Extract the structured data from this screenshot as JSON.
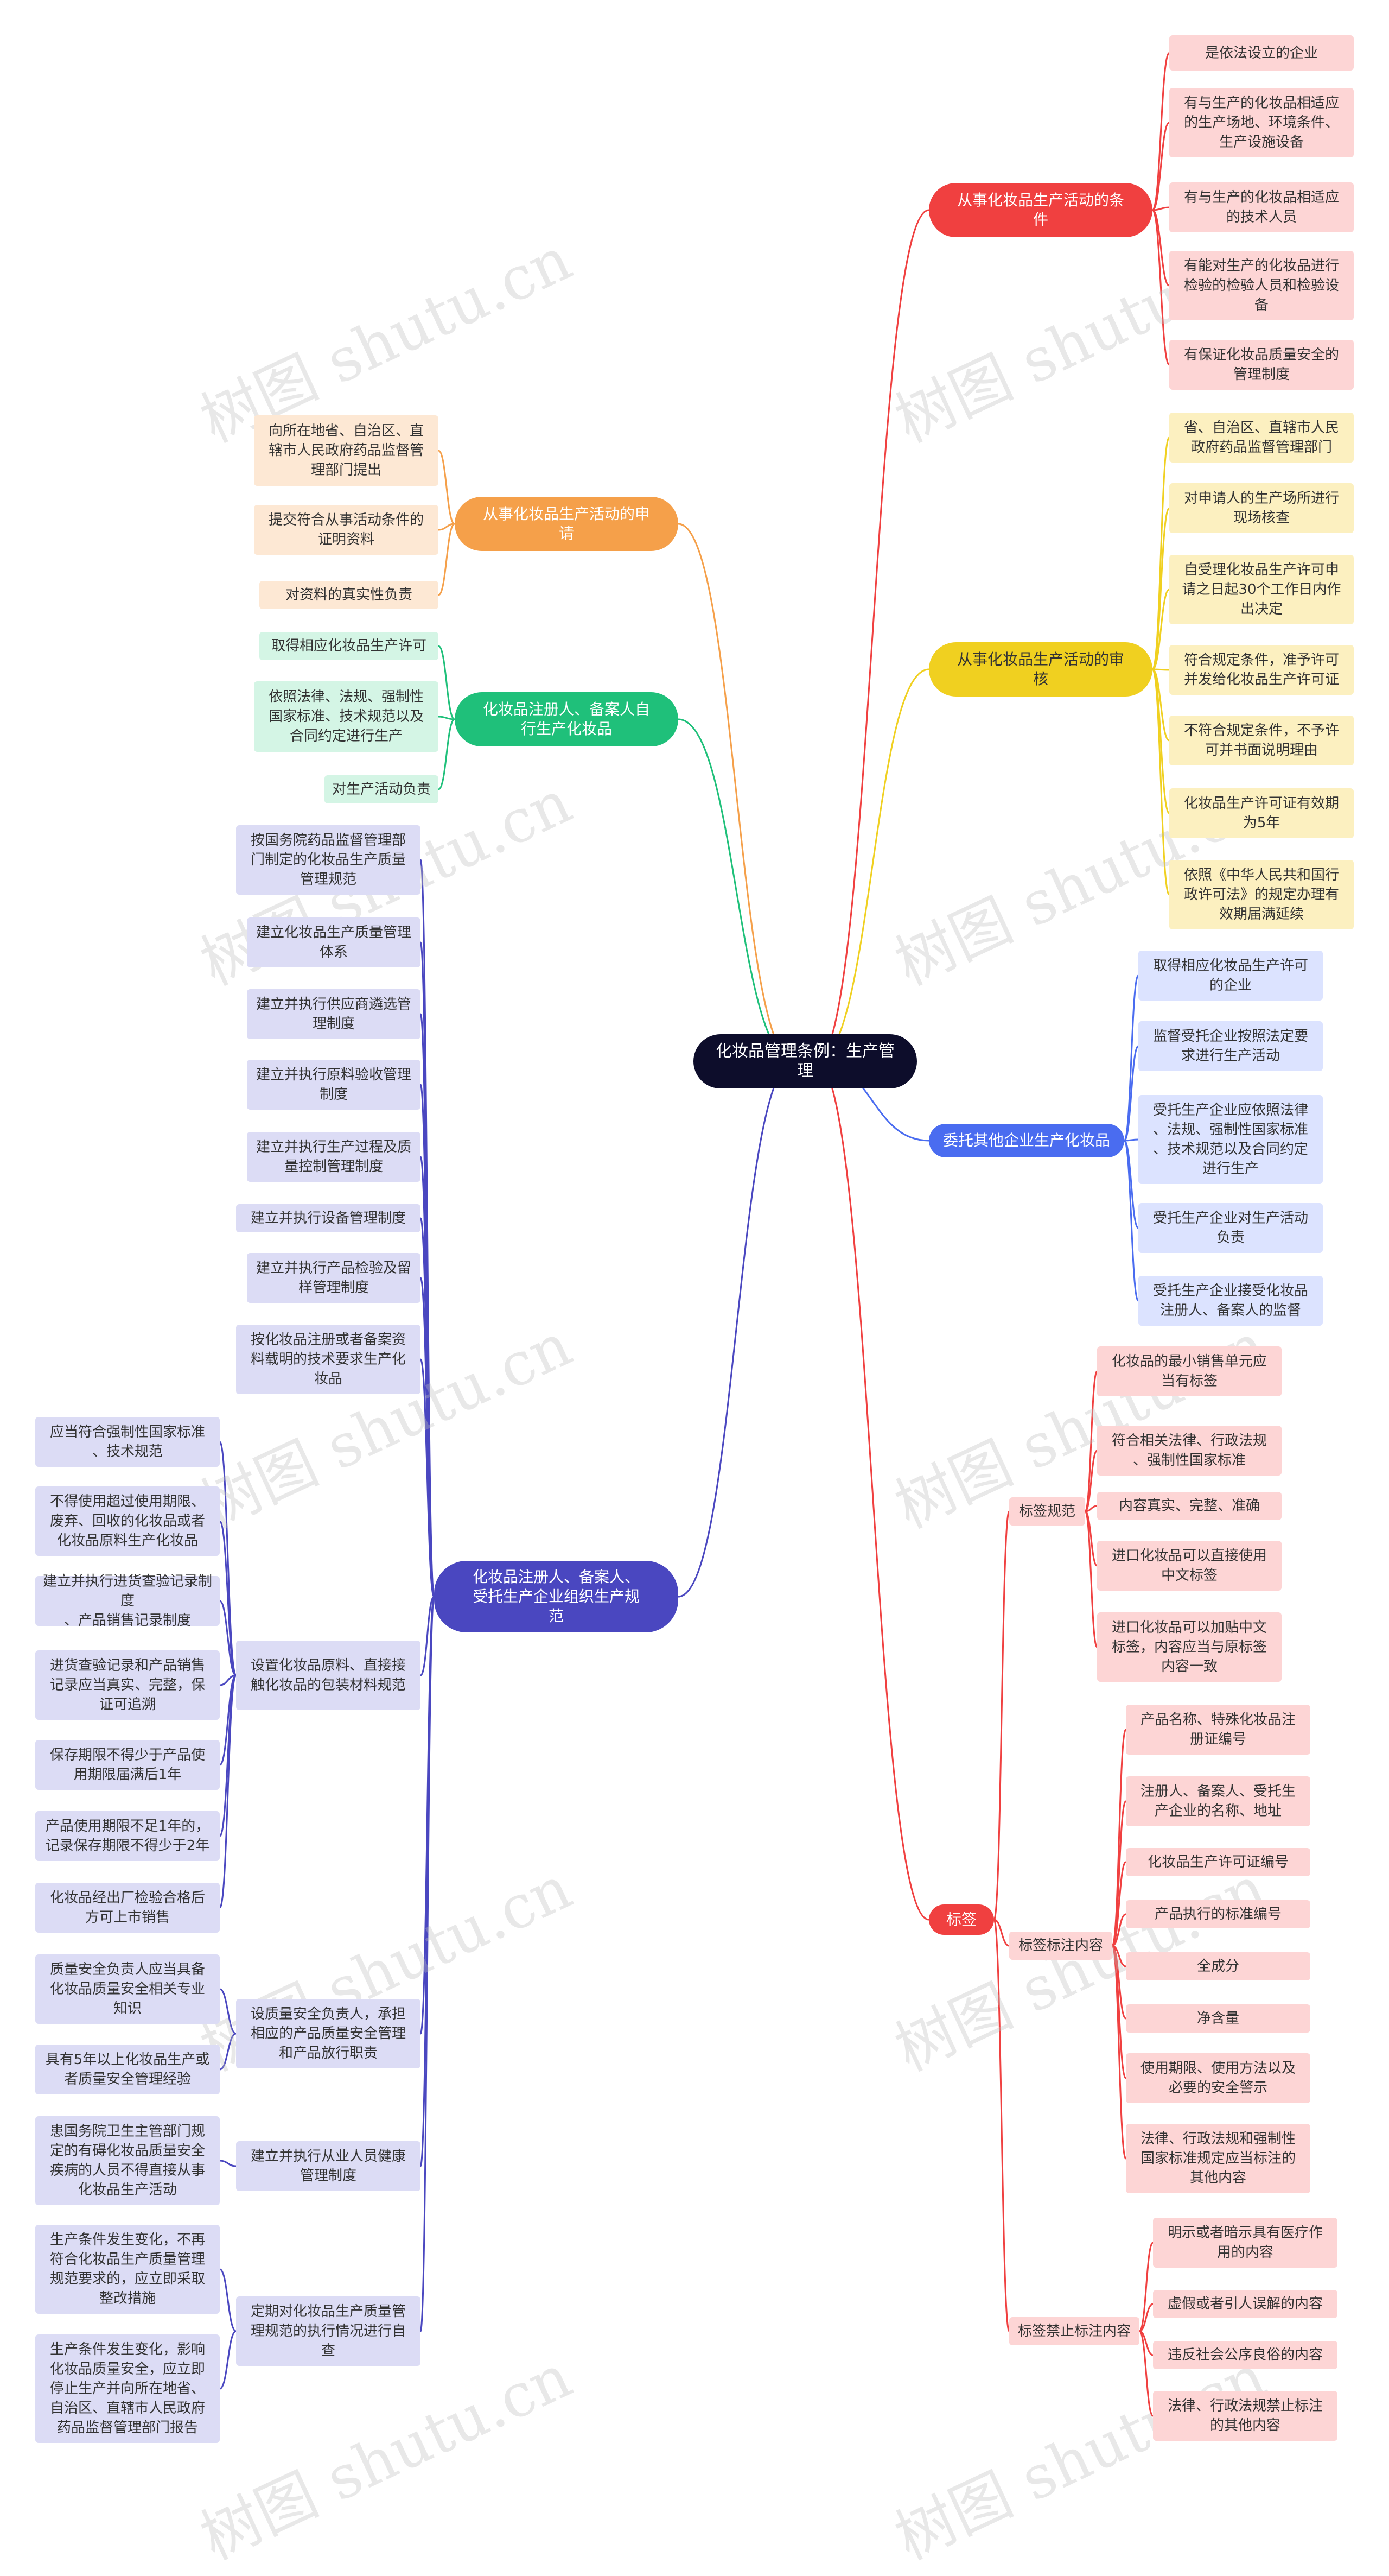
{
  "root": {
    "label": "化妆品管理条例：生产管\n理"
  },
  "watermark": "树图 shutu.cn",
  "colors": {
    "red": "#f04040",
    "yellow": "#f0d020",
    "blue": "#4a6cf0",
    "orange": "#f5a04a",
    "green": "#1fc07a",
    "purple": "#4a47c0"
  },
  "branches": {
    "conditions": {
      "label": "从事化妆品生产活动的条\n件",
      "items": [
        "是依法设立的企业",
        "有与生产的化妆品相适应\n的生产场地、环境条件、\n生产设施设备",
        "有与生产的化妆品相适应\n的技术人员",
        "有能对生产的化妆品进行\n检验的检验人员和检验设\n备",
        "有保证化妆品质量安全的\n管理制度"
      ]
    },
    "review": {
      "label": "从事化妆品生产活动的审\n核",
      "items": [
        "省、自治区、直辖市人民\n政府药品监督管理部门",
        "对申请人的生产场所进行\n现场核查",
        "自受理化妆品生产许可申\n请之日起30个工作日内作\n出决定",
        "符合规定条件，准予许可\n并发给化妆品生产许可证",
        "不符合规定条件，不予许\n可并书面说明理由",
        "化妆品生产许可证有效期\n为5年",
        "依照《中华人民共和国行\n政许可法》的规定办理有\n效期届满延续"
      ]
    },
    "entrust": {
      "label": "委托其他企业生产化妆品",
      "items": [
        "取得相应化妆品生产许可\n的企业",
        "监督受托企业按照法定要\n求进行生产活动",
        "受托生产企业应依照法律\n、法规、强制性国家标准\n、技术规范以及合同约定\n进行生产",
        "受托生产企业对生产活动\n负责",
        "受托生产企业接受化妆品\n注册人、备案人的监督"
      ]
    },
    "label_branch": {
      "label": "标签",
      "spec": {
        "label": "标签规范",
        "items": [
          "化妆品的最小销售单元应\n当有标签",
          "符合相关法律、行政法规\n、强制性国家标准",
          "内容真实、完整、准确",
          "进口化妆品可以直接使用\n中文标签",
          "进口化妆品可以加贴中文\n标签，内容应当与原标签\n内容一致"
        ]
      },
      "content": {
        "label": "标签标注内容",
        "items": [
          "产品名称、特殊化妆品注\n册证编号",
          "注册人、备案人、受托生\n产企业的名称、地址",
          "化妆品生产许可证编号",
          "产品执行的标准编号",
          "全成分",
          "净含量",
          "使用期限、使用方法以及\n必要的安全警示",
          "法律、行政法规和强制性\n国家标准规定应当标注的\n其他内容"
        ]
      },
      "forbidden": {
        "label": "标签禁止标注内容",
        "items": [
          "明示或者暗示具有医疗作\n用的内容",
          "虚假或者引人误解的内容",
          "违反社会公序良俗的内容",
          "法律、行政法规禁止标注\n的其他内容"
        ]
      }
    },
    "application": {
      "label": "从事化妆品生产活动的申\n请",
      "items": [
        "向所在地省、自治区、直\n辖市人民政府药品监督管\n理部门提出",
        "提交符合从事活动条件的\n证明资料",
        "对资料的真实性负责"
      ]
    },
    "self": {
      "label": "化妆品注册人、备案人自\n行生产化妆品",
      "items": [
        "取得相应化妆品生产许可",
        "依照法律、法规、强制性\n国家标准、技术规范以及\n合同约定进行生产",
        "对生产活动负责"
      ]
    },
    "organize": {
      "label": "化妆品注册人、备案人、\n受托生产企业组织生产规\n范",
      "items": [
        "按国务院药品监督管理部\n门制定的化妆品生产质量\n管理规范",
        "建立化妆品生产质量管理\n体系",
        "建立并执行供应商遴选管\n理制度",
        "建立并执行原料验收管理\n制度",
        "建立并执行生产过程及质\n量控制管理制度",
        "建立并执行设备管理制度",
        "建立并执行产品检验及留\n样管理制度",
        "按化妆品注册或者备案资\n料载明的技术要求生产化\n妆品"
      ],
      "materials": {
        "label": "设置化妆品原料、直接接\n触化妆品的包装材料规范",
        "items": [
          "应当符合强制性国家标准\n、技术规范",
          "不得使用超过使用期限、\n废弃、回收的化妆品或者\n化妆品原料生产化妆品",
          "建立并执行进货查验记录制度\n、产品销售记录制度",
          "进货查验记录和产品销售\n记录应当真实、完整，保\n证可追溯",
          "保存期限不得少于产品使\n用期限届满后1年",
          "产品使用期限不足1年的，\n记录保存期限不得少于2年",
          "化妆品经出厂检验合格后\n方可上市销售"
        ]
      },
      "quality": {
        "label": "设质量安全负责人，承担\n相应的产品质量安全管理\n和产品放行职责",
        "items": [
          "质量安全负责人应当具备\n化妆品质量安全相关专业\n知识",
          "具有5年以上化妆品生产或\n者质量安全管理经验"
        ]
      },
      "health": {
        "label": "建立并执行从业人员健康\n管理制度",
        "items": [
          "患国务院卫生主管部门规\n定的有碍化妆品质量安全\n疾病的人员不得直接从事\n化妆品生产活动"
        ]
      },
      "review": {
        "label": "定期对化妆品生产质量管\n理规范的执行情况进行自\n查",
        "items": [
          "生产条件发生变化，不再\n符合化妆品生产质量管理\n规范要求的，应立即采取\n整改措施",
          "生产条件发生变化，影响\n化妆品质量安全，应立即\n停止生产并向所在地省、\n自治区、直辖市人民政府\n药品监督管理部门报告"
        ]
      }
    }
  }
}
